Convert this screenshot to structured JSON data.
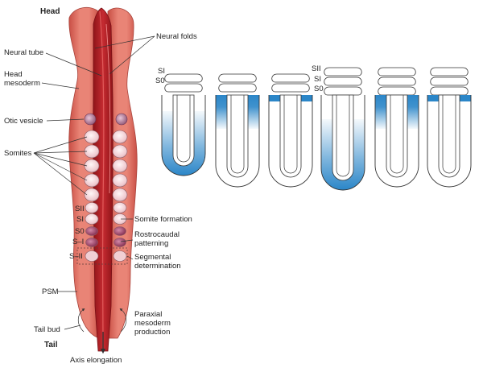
{
  "labels": {
    "head": "Head",
    "tail": "Tail",
    "neural_tube": "Neural tube",
    "neural_folds": "Neural folds",
    "head_mesoderm_1": "Head",
    "head_mesoderm_2": "mesoderm",
    "otic_vesicle": "Otic vesicle",
    "somites": "Somites",
    "psm": "PSM",
    "tail_bud": "Tail bud",
    "axis_elongation": "Axis elongation",
    "somite_formation": "Somite formation",
    "rostrocaudal_1": "Rostrocaudal",
    "rostrocaudal_2": "patterning",
    "segmental_1": "Segmental",
    "segmental_2": "determination",
    "paraxial_1": "Paraxial",
    "paraxial_2": "mesoderm",
    "paraxial_3": "production"
  },
  "somite_labels": [
    "SII",
    "SI",
    "S0",
    "S–I",
    "S–II"
  ],
  "clock_somite_labels": [
    "SII",
    "SI",
    "S0"
  ],
  "clock_panels": [
    {
      "somites": 2,
      "pattern": "gradient",
      "band_top": 0.12,
      "band_bottom": 0.92
    },
    {
      "somites": 2,
      "pattern": "band_fade",
      "band_top": 0.0,
      "band_bottom": 0.3
    },
    {
      "somites": 2,
      "pattern": "band",
      "band_top": 0.0,
      "band_bottom": 0.08
    },
    {
      "somites": 3,
      "pattern": "gradient",
      "band_top": 0.07,
      "band_bottom": 0.92
    },
    {
      "somites": 3,
      "pattern": "band_fade",
      "band_top": 0.0,
      "band_bottom": 0.3
    },
    {
      "somites": 3,
      "pattern": "band",
      "band_top": 0.0,
      "band_bottom": 0.08
    }
  ],
  "colors": {
    "mesoderm": "#d9675c",
    "mesoderm_light": "#f2a99c",
    "neural_tube": "#b8232a",
    "neural_tube_dark": "#8e1419",
    "somite": "#f6dfe2",
    "somite_edge": "#9a6f78",
    "somite_purple": "#9b3b5f",
    "clock_blue": "#2b86c8",
    "outline": "#333333"
  }
}
